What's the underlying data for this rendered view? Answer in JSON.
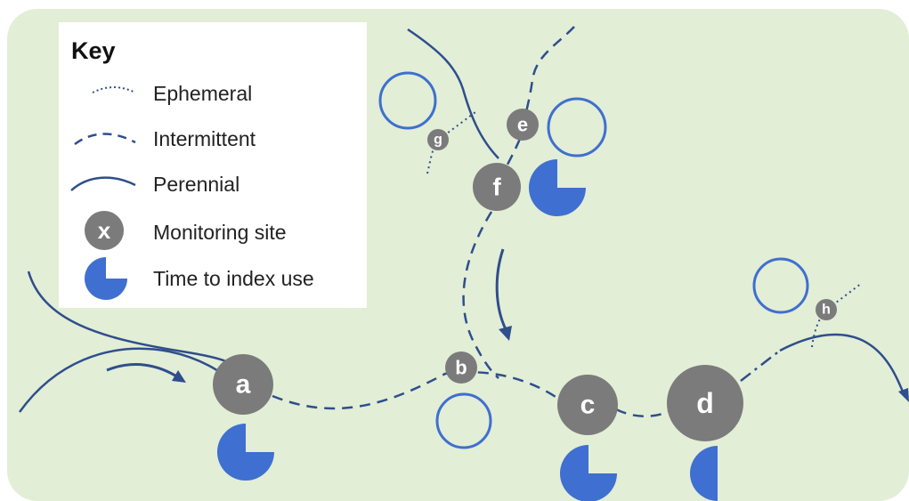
{
  "colors": {
    "background": "#e2eed6",
    "stream": "#2f4e8c",
    "site": "#7b7b7b",
    "pie": "#3f6fd0",
    "key_box": "#ffffff"
  },
  "key": {
    "title": "Key",
    "ephemeral": "Ephemeral",
    "intermittent": "Intermittent",
    "perennial": "Perennial",
    "site_symbol": "x",
    "monitoring_site": "Monitoring site",
    "time_to_index": "Time to index use"
  },
  "sites": {
    "a": "a",
    "b": "b",
    "c": "c",
    "d": "d",
    "e": "e",
    "f": "f",
    "g": "g",
    "h": "h"
  },
  "time_to_index_fractions": {
    "a": 0.75,
    "c": 0.75,
    "d": 0.5,
    "f": 0.75,
    "key": 0.75,
    "b": 0,
    "e": 0,
    "g": 0,
    "h": 0
  }
}
